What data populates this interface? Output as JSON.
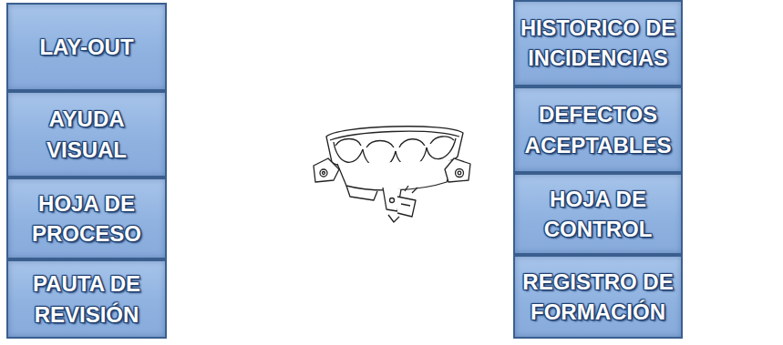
{
  "diagram": {
    "nodes": [
      {
        "text": [
          "LAY-OUT"
        ]
      },
      {
        "text": [
          "AYUDA VISUAL"
        ]
      },
      {
        "text": [
          "HOJA DE PROCESO"
        ]
      },
      {
        "text": [
          "PAUTA DE REVISIÓN"
        ]
      },
      {
        "text": [
          "HISTORICO DE INCIDENCIAS"
        ]
      },
      {
        "text": [
          "DEFECTOS ACEPTABLES"
        ]
      },
      {
        "text": [
          "HOJA DE CONTROL"
        ]
      },
      {
        "text": [
          "REGISTRO DE FORMACIÓN"
        ]
      }
    ]
  }
}
